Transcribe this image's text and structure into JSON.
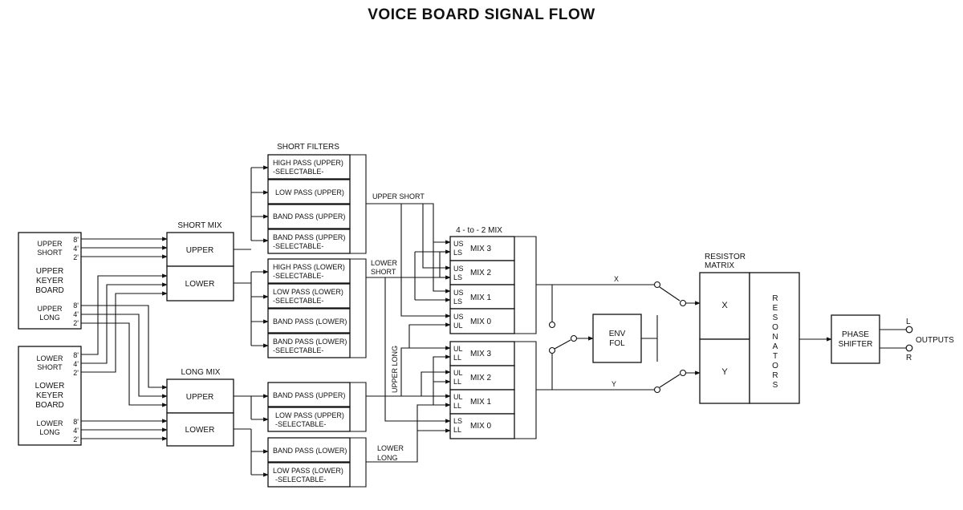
{
  "title": "VOICE BOARD SIGNAL FLOW",
  "upper_keyer": {
    "short_l1": "UPPER",
    "short_l2": "SHORT",
    "name_l1": "UPPER",
    "name_l2": "KEYER",
    "name_l3": "BOARD",
    "long_l1": "UPPER",
    "long_l2": "LONG",
    "feet": [
      "8'",
      "4'",
      "2'"
    ]
  },
  "lower_keyer": {
    "short_l1": "LOWER",
    "short_l2": "SHORT",
    "name_l1": "LOWER",
    "name_l2": "KEYER",
    "name_l3": "BOARD",
    "long_l1": "LOWER",
    "long_l2": "LONG",
    "feet": [
      "8'",
      "4'",
      "2'"
    ]
  },
  "short_mix": {
    "heading": "SHORT MIX",
    "upper": "UPPER",
    "lower": "LOWER"
  },
  "long_mix": {
    "heading": "LONG MIX",
    "upper": "UPPER",
    "lower": "LOWER"
  },
  "short_filters": {
    "heading": "SHORT FILTERS",
    "items": [
      {
        "l1": "HIGH PASS (UPPER)",
        "l2": "-SELECTABLE-"
      },
      {
        "l1": "LOW PASS (UPPER)",
        "l2": ""
      },
      {
        "l1": "BAND PASS (UPPER)",
        "l2": ""
      },
      {
        "l1": "BAND PASS (UPPER)",
        "l2": "-SELECTABLE-"
      },
      {
        "l1": "HIGH PASS (LOWER)",
        "l2": "-SELECTABLE-"
      },
      {
        "l1": "LOW PASS (LOWER)",
        "l2": "-SELECTABLE-"
      },
      {
        "l1": "BAND PASS (LOWER)",
        "l2": ""
      },
      {
        "l1": "BAND PASS (LOWER)",
        "l2": "-SELECTABLE-"
      }
    ]
  },
  "long_filters": {
    "items": [
      {
        "l1": "BAND PASS (UPPER)",
        "l2": ""
      },
      {
        "l1": "LOW PASS (UPPER)",
        "l2": "-SELECTABLE-"
      },
      {
        "l1": "BAND PASS (LOWER)",
        "l2": ""
      },
      {
        "l1": "LOW PASS (LOWER)",
        "l2": "-SELECTABLE-"
      }
    ]
  },
  "bus_labels": {
    "upper_short": "UPPER SHORT",
    "lower_short_l1": "LOWER",
    "lower_short_l2": "SHORT",
    "upper_long": "UPPER LONG",
    "lower_long_l1": "LOWER",
    "lower_long_l2": "LONG"
  },
  "four_to_two_mix": {
    "heading": "4 - to - 2 MIX",
    "rows": [
      {
        "in1": "US",
        "in2": "LS",
        "name": "MIX 3"
      },
      {
        "in1": "US",
        "in2": "LS",
        "name": "MIX 2"
      },
      {
        "in1": "US",
        "in2": "LS",
        "name": "MIX 1"
      },
      {
        "in1": "US",
        "in2": "UL",
        "name": "MIX 0"
      },
      {
        "in1": "UL",
        "in2": "LL",
        "name": "MIX 3"
      },
      {
        "in1": "UL",
        "in2": "LL",
        "name": "MIX 2"
      },
      {
        "in1": "UL",
        "in2": "LL",
        "name": "MIX 1"
      },
      {
        "in1": "LS",
        "in2": "LL",
        "name": "MIX 0"
      }
    ]
  },
  "env_fol": {
    "l1": "ENV",
    "l2": "FOL"
  },
  "signal_x": "X",
  "signal_y": "Y",
  "resistor_matrix": {
    "heading_l1": "RESISTOR",
    "heading_l2": "MATRIX",
    "x": "X",
    "y": "Y",
    "resonators": [
      "R",
      "E",
      "S",
      "O",
      "N",
      "A",
      "T",
      "O",
      "R",
      "S"
    ]
  },
  "phase_shifter": {
    "l1": "PHASE",
    "l2": "SHIFTER"
  },
  "outputs": {
    "label": "OUTPUTS",
    "left": "L",
    "right": "R"
  }
}
